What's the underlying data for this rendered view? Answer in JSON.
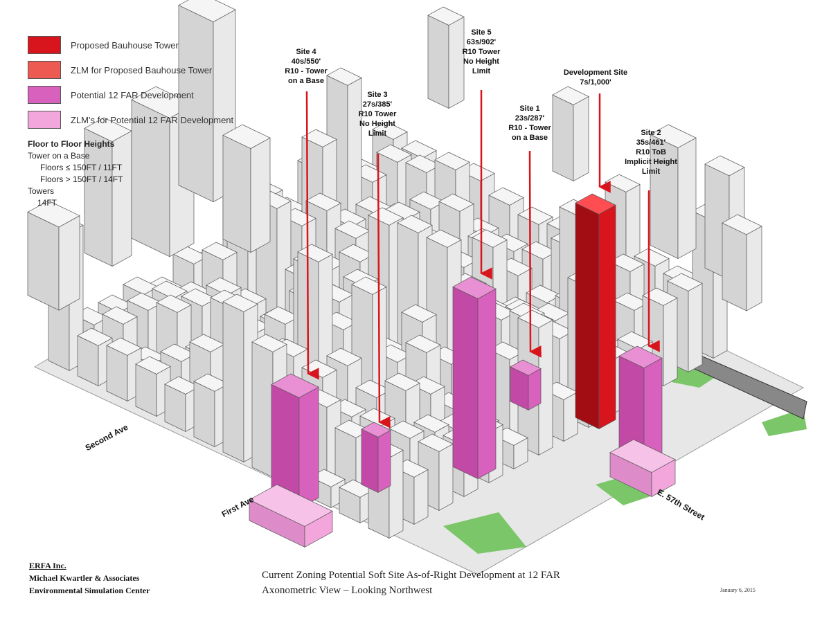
{
  "legend": {
    "items": [
      {
        "label": "Proposed  Bauhouse Tower",
        "color": "#d8141c"
      },
      {
        "label": "ZLM for Proposed  Bauhouse Tower",
        "color": "#ec5a52"
      },
      {
        "label": "Potential 12 FAR Development",
        "color": "#d761bc"
      },
      {
        "label": "ZLM's for Potential 12 FAR Development",
        "color": "#f2a6dc"
      }
    ]
  },
  "floor_heights": {
    "title": "Floor to Floor Heights",
    "line1": "Tower on a Base",
    "line2": "Floors ≤ 150FT / 11FT",
    "line3": "Floors > 150FT / 14FT",
    "line4": "Towers",
    "line5": "14FT"
  },
  "sites": {
    "site4": {
      "l1": "Site 4",
      "l2": "40s/550'",
      "l3": "R10 - Tower",
      "l4": "on a Base"
    },
    "site3": {
      "l1": "Site 3",
      "l2": "27s/385'",
      "l3": "R10 Tower",
      "l4": "No Height",
      "l5": "Limit"
    },
    "site5": {
      "l1": "Site 5",
      "l2": "63s/902'",
      "l3": "R10 Tower",
      "l4": "No Height",
      "l5": "Limit"
    },
    "site1": {
      "l1": "Site 1",
      "l2": "23s/287'",
      "l3": "R10 - Tower",
      "l4": "on a Base"
    },
    "dev": {
      "l1": "Development  Site",
      "l2": "7s/1,000'"
    },
    "site2": {
      "l1": "Site 2",
      "l2": "35s/461'",
      "l3": "R10 ToB",
      "l4": "Implicit Height",
      "l5": "Limit"
    }
  },
  "streets": {
    "second_ave": "Second Ave",
    "first_ave": "First Ave",
    "e57": "E. 57th Street"
  },
  "footer": {
    "org1": "ERFA Inc.",
    "org2": "Michael Kwartler & Associates",
    "org3": "Environmental Simulation Center",
    "title1": "Current Zoning Potential Soft Site As-of-Right Development at 12 FAR",
    "title2": "Axonometric View – Looking Northwest",
    "date": "January 6, 2015"
  },
  "colors": {
    "tower_red": "#d8141c",
    "pink": "#d761bc",
    "light_pink": "#f2a6dc",
    "building": "#eeeeee",
    "ground": "#f6e8c8",
    "park": "#7cc66a"
  }
}
